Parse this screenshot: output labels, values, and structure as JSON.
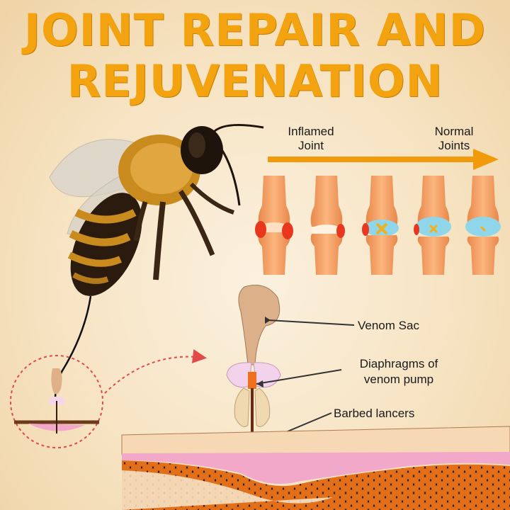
{
  "title": {
    "line1": "JOINT REPAIR AND",
    "line2": "REJUVENATION"
  },
  "progression": {
    "start_label_1": "Inflamed",
    "start_label_2": "Joint",
    "end_label_1": "Normal",
    "end_label_2": "Joints"
  },
  "stinger_parts": {
    "venom_sac": "Venom Sac",
    "diaphragms_1": "Diaphragms of",
    "diaphragms_2": "venom pump",
    "barbed_lancers": "Barbed lancers"
  },
  "colors": {
    "title": "#f2a30f",
    "arrow": "#f09a0c",
    "bone": "#f7a36a",
    "inflammation": "#e9371e",
    "cartilage": "#8fd6ea",
    "skin_cells": "#e0701a",
    "zoom_circle": "#e24a4a"
  }
}
